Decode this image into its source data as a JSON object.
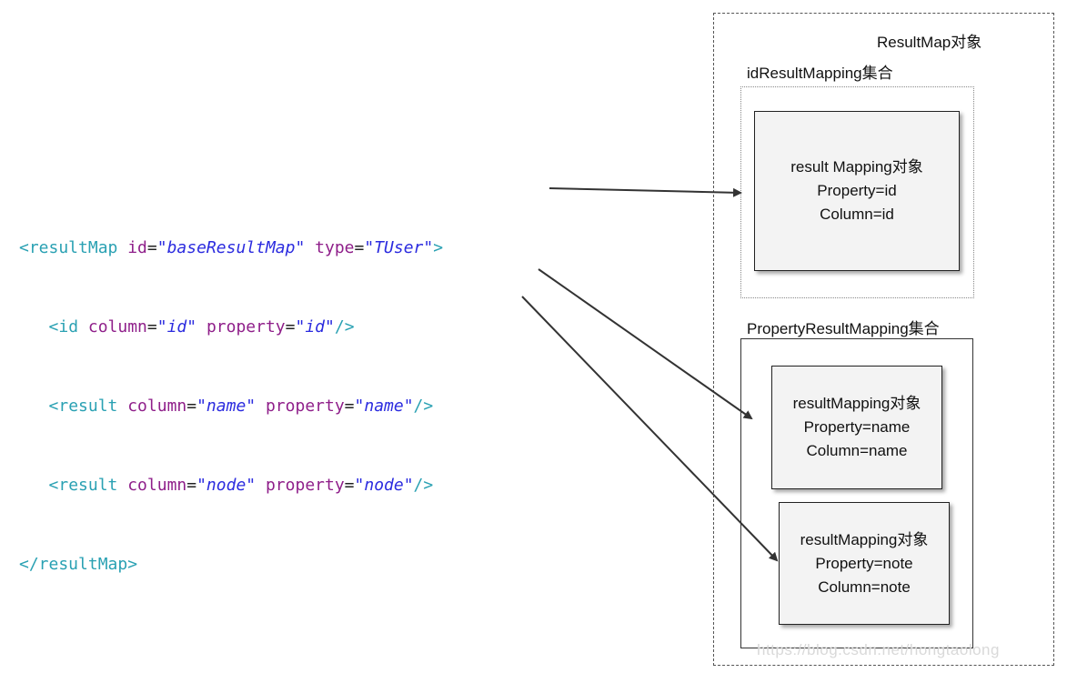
{
  "code": {
    "line1": {
      "open": "<resultMap",
      "id_attr": "id",
      "id_val": "\"baseResultMap\"",
      "type_attr": "type",
      "type_val": "\"TUser\"",
      "close": ">"
    },
    "line2": {
      "open": "<id",
      "col_attr": "column",
      "col_val": "\"id\"",
      "prop_attr": "property",
      "prop_val": "\"id\"",
      "close": "/>"
    },
    "line3": {
      "open": "<result",
      "col_attr": "column",
      "col_val": "\"name\"",
      "prop_attr": "property",
      "prop_val": "\"name\"",
      "close": "/>"
    },
    "line4": {
      "open": "<result",
      "col_attr": "column",
      "col_val": "\"node\"",
      "prop_attr": "property",
      "prop_val": "\"node\"",
      "close": "/>"
    },
    "line5": {
      "close_tag": "</resultMap>"
    }
  },
  "result_map": {
    "title": "ResultMap对象",
    "id_group": {
      "title": "idResultMapping集合",
      "box": {
        "line1": "result Mapping对象",
        "line2": "Property=id",
        "line3": "Column=id"
      }
    },
    "property_group": {
      "title": "PropertyResultMapping集合",
      "boxes": [
        {
          "line1": "resultMapping对象",
          "line2": "Property=name",
          "line3": "Column=name"
        },
        {
          "line1": "resultMapping对象",
          "line2": "Property=note",
          "line3": "Column=note"
        }
      ]
    }
  },
  "watermark": "https://blog.csdn.net/hongtaolong",
  "colors": {
    "tag": "#2aa1b3",
    "attribute": "#8f1f8a",
    "value": "#2b2bdf",
    "arrow": "#333333"
  }
}
